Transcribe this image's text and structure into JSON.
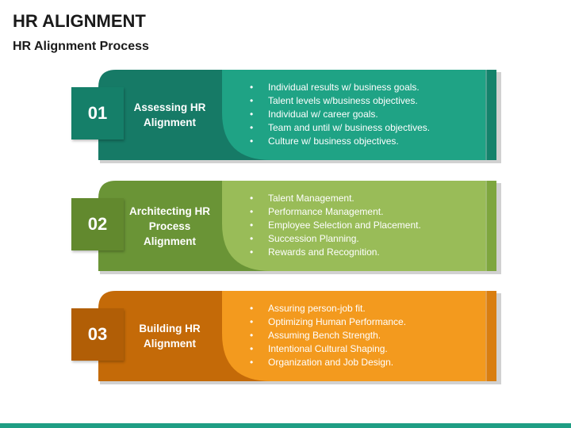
{
  "header": {
    "title": "HR ALIGNMENT",
    "subtitle": "HR Alignment Process"
  },
  "steps": [
    {
      "number": "01",
      "label": "Assessing HR Alignment",
      "items": [
        "Individual results w/ business goals.",
        "Talent levels w/business objectives.",
        "Individual w/ career goals.",
        "Team and until w/ business objectives.",
        "Culture w/ business objectives."
      ],
      "colors": {
        "box": "#157f69",
        "dark": "#167a66",
        "light": "#1fa385",
        "edge": "#14826b"
      }
    },
    {
      "number": "02",
      "label": "Architecting HR Process Alignment",
      "items": [
        "Talent Management.",
        "Performance Management.",
        "Employee Selection and Placement.",
        "Succession Planning.",
        "Rewards and Recognition."
      ],
      "colors": {
        "box": "#62892e",
        "dark": "#6a9436",
        "light": "#99bc58",
        "edge": "#7ea63e"
      }
    },
    {
      "number": "03",
      "label": "Building HR Alignment",
      "items": [
        "Assuring person-job fit.",
        "Optimizing Human Performance.",
        "Assuming Bench Strength.",
        "Intentional Cultural Shaping.",
        "Organization and Job Design."
      ],
      "colors": {
        "box": "#b15e06",
        "dark": "#c46a08",
        "light": "#f39a1e",
        "edge": "#d97e10"
      }
    }
  ]
}
